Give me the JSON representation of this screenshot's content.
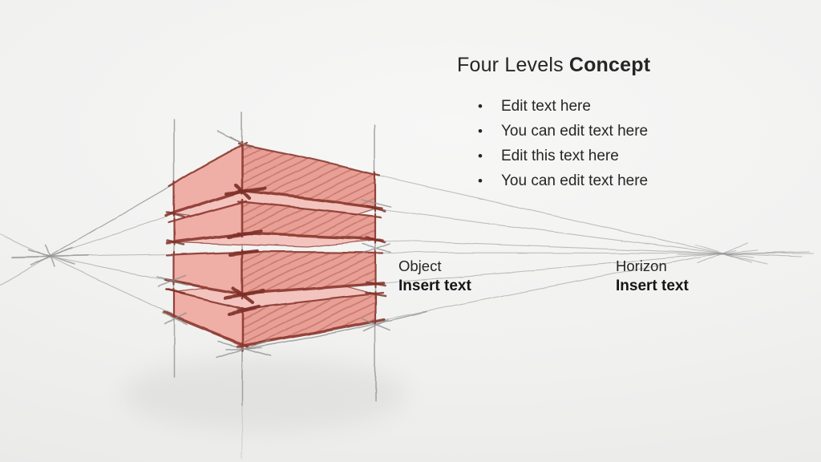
{
  "slide": {
    "title": {
      "regular": "Four Levels",
      "bold": "Concept"
    },
    "bullets": [
      "Edit text here",
      "You can edit text here",
      "Edit this text here",
      "You can edit text here"
    ],
    "bullet_glyph": "•",
    "callouts": [
      {
        "label": "Object",
        "value": "Insert text"
      },
      {
        "label": "Horizon",
        "value": "Insert text"
      }
    ]
  },
  "sketch": {
    "description": "Hand-drawn two-point perspective sketch of a stacked block split into four levels, with pencil construction lines and vanishing-point cross marks on the left and right horizon",
    "levels": 4,
    "colors": {
      "face_left": "#efaea6",
      "face_right": "#e8a096",
      "face_wedge": "#f3c4bd",
      "hatch": "#b4584e",
      "edge": "#8c3a31",
      "edge_dark": "#7c2f27",
      "pencil": "#8f8f8f",
      "text": "#262626"
    }
  }
}
